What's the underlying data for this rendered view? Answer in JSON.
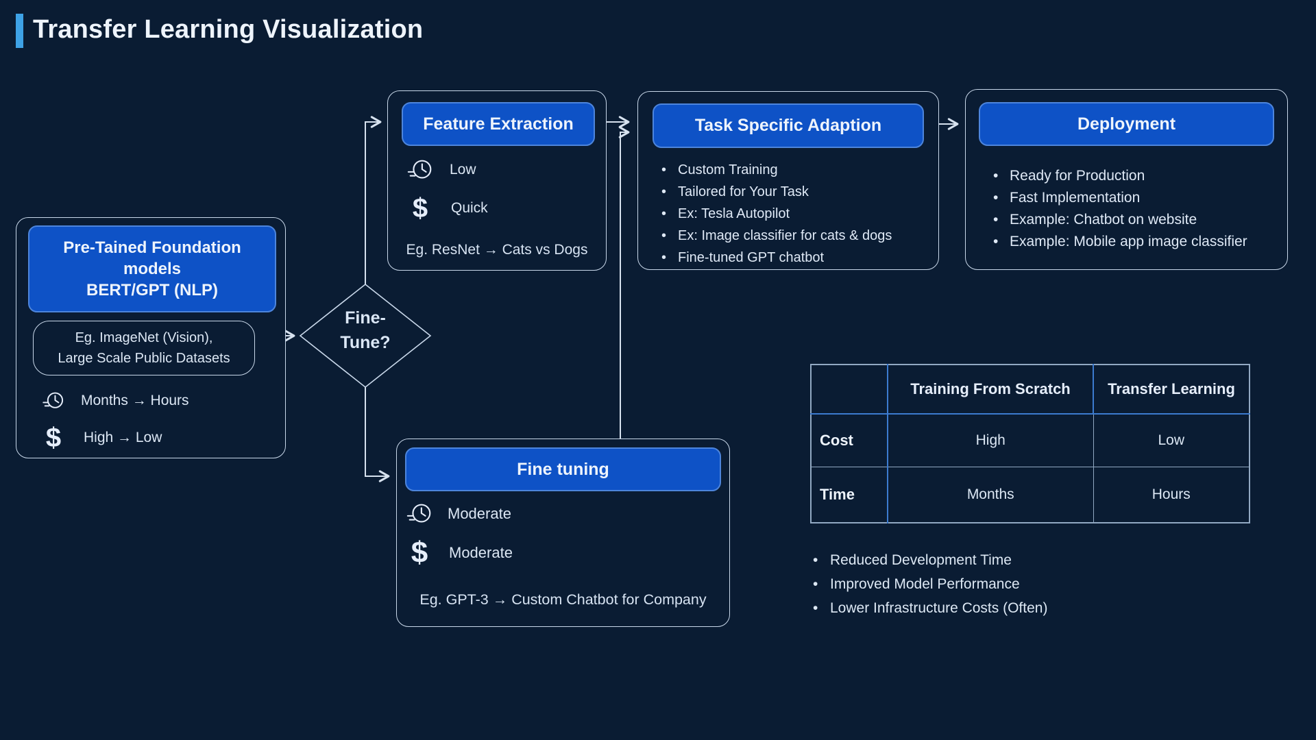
{
  "title": "Transfer Learning Visualization",
  "flow": {
    "pretrained": {
      "header_line1": "Pre-Tained Foundation",
      "header_line2": "models",
      "header_line3": "BERT/GPT (NLP)",
      "example_line1": "Eg. ImageNet (Vision),",
      "example_line2": "Large Scale Public Datasets",
      "time": "Months → Hours",
      "cost": "High → Low"
    },
    "decision": {
      "line1": "Fine-",
      "line2": "Tune?"
    },
    "feature_extraction": {
      "title": "Feature Extraction",
      "time": "Low",
      "cost": "Quick",
      "example": "Eg. ResNet → Cats vs Dogs"
    },
    "fine_tuning": {
      "title": "Fine tuning",
      "time": "Moderate",
      "cost": "Moderate",
      "example": "Eg. GPT-3 → Custom Chatbot for Company"
    },
    "task_adaption": {
      "title": "Task Specific Adaption",
      "bullets": [
        "Custom Training",
        "Tailored for Your Task",
        "Ex: Tesla Autopilot",
        "Ex: Image classifier for cats & dogs",
        "Fine-tuned GPT chatbot"
      ]
    },
    "deployment": {
      "title": "Deployment",
      "bullets": [
        "Ready for Production",
        "Fast Implementation",
        "Example: Chatbot on website",
        "Example: Mobile app image classifier"
      ]
    }
  },
  "comparison_table": {
    "columns": [
      "",
      "Training From Scratch",
      "Transfer Learning"
    ],
    "rows": [
      {
        "label": "Cost",
        "values": [
          "High",
          "Low"
        ]
      },
      {
        "label": "Time",
        "values": [
          "Months",
          "Hours"
        ]
      }
    ]
  },
  "benefits": [
    "Reduced Development Time",
    "Improved Model Performance",
    "Lower Infrastructure Costs (Often)"
  ],
  "colors": {
    "background": "#0a1c33",
    "node_fill_blue": "#0e52c6",
    "node_border": "#c9d8ea",
    "title_accent": "#3ea2e6",
    "connector": "#d7e2ef",
    "table_border_blue": "#3c7bd0",
    "table_border_gray": "#92a9c3"
  }
}
